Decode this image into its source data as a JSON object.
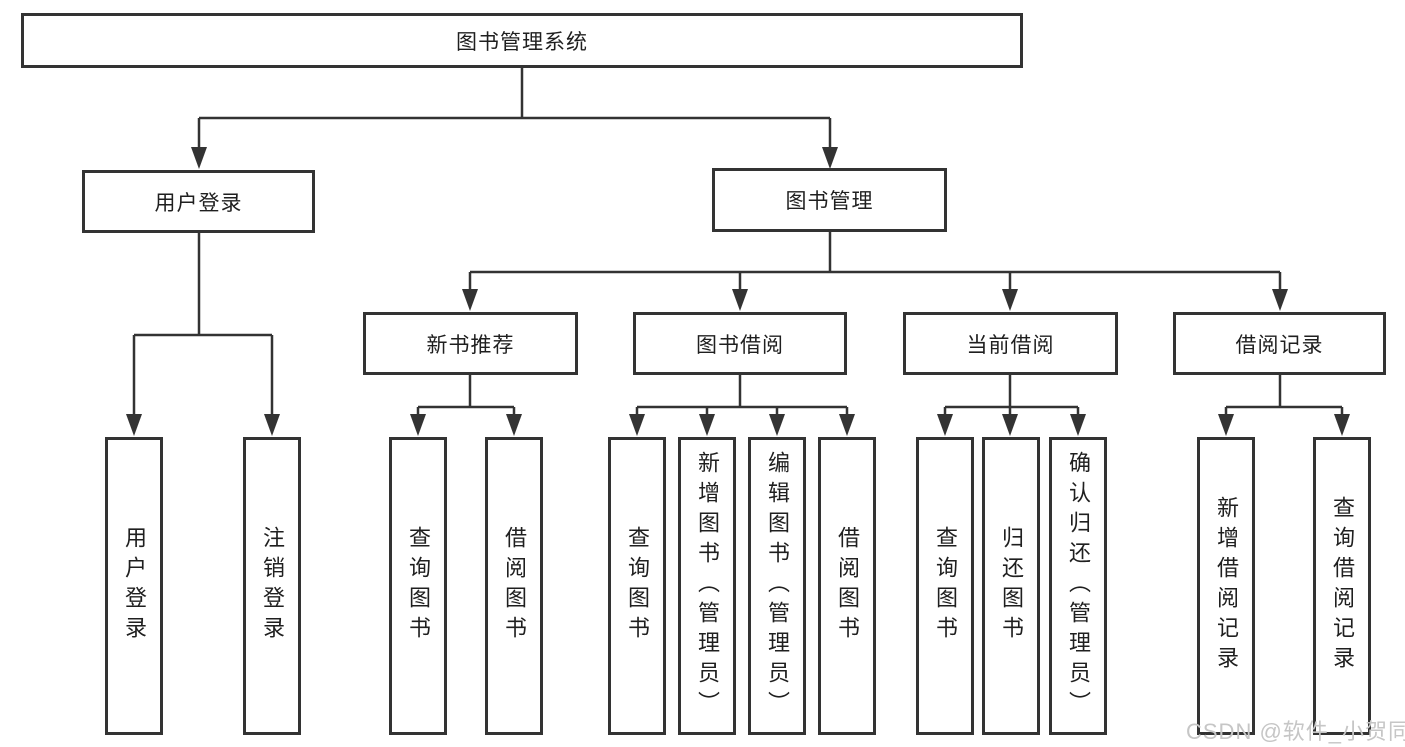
{
  "tree": {
    "root": {
      "label": "图书管理系统"
    },
    "children": [
      {
        "label": "用户登录",
        "children": [
          {
            "label": "用户登录"
          },
          {
            "label": "注销登录"
          }
        ]
      },
      {
        "label": "图书管理",
        "children": [
          {
            "label": "新书推荐",
            "children": [
              {
                "label": "查询图书"
              },
              {
                "label": "借阅图书"
              }
            ]
          },
          {
            "label": "图书借阅",
            "children": [
              {
                "label": "查询图书"
              },
              {
                "label": "新增图书（管理员）"
              },
              {
                "label": "编辑图书（管理员）"
              },
              {
                "label": "借阅图书"
              }
            ]
          },
          {
            "label": "当前借阅",
            "children": [
              {
                "label": "查询图书"
              },
              {
                "label": "归还图书"
              },
              {
                "label": "确认归还（管理员）"
              }
            ]
          },
          {
            "label": "借阅记录",
            "children": [
              {
                "label": "新增借阅记录"
              },
              {
                "label": "查询借阅记录"
              }
            ]
          }
        ]
      }
    ]
  },
  "watermark": {
    "text": "CSDN @软件_小贺同学"
  },
  "colors": {
    "line": "#333333",
    "box_border": "#333333",
    "box_background": "#ffffff",
    "text": "#1f1f1f",
    "watermark": "#c6c6c6",
    "background": "#ffffff"
  }
}
